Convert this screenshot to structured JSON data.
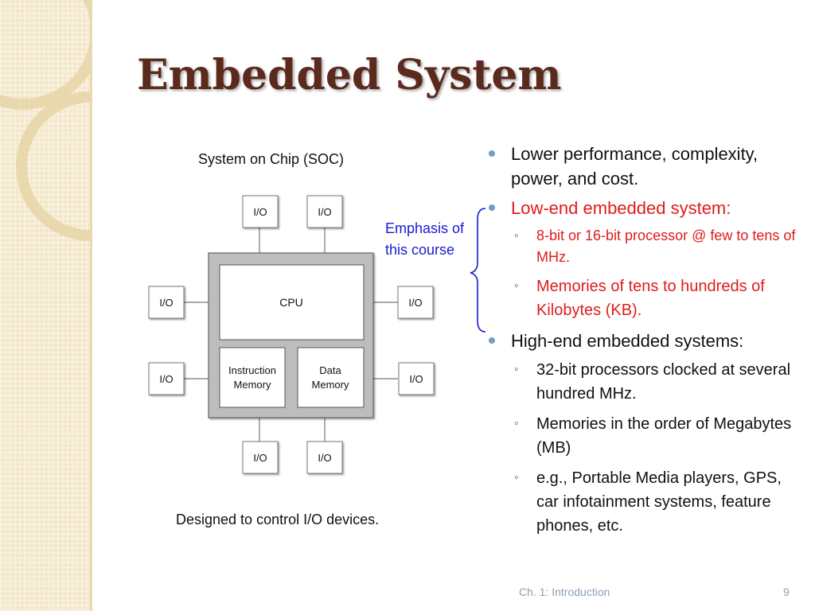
{
  "slide": {
    "title": "Embedded System",
    "page_number": "9",
    "footer": "Ch. 1: Introduction"
  },
  "diagram": {
    "caption_top": "System on Chip (SOC)",
    "caption_bottom": "Designed to control I/O devices.",
    "cpu_label": "CPU",
    "instruction_memory_line1": "Instruction",
    "instruction_memory_line2": "Memory",
    "data_memory_line1": "Data",
    "data_memory_line2": "Memory",
    "io_label": "I/O",
    "emphasis_line1": "Emphasis of",
    "emphasis_line2": "this course"
  },
  "bullets": {
    "b1": "Lower performance, complexity, power, and cost.",
    "b2": "Low-end embedded system:",
    "b2_sub1": "8-bit or 16-bit processor @ few to tens of MHz.",
    "b2_sub2": "Memories of tens to hundreds of Kilobytes (KB).",
    "b3": "High-end embedded systems:",
    "b3_sub1": "32-bit processors clocked at several hundred MHz.",
    "b3_sub2": "Memories in the order of Megabytes (MB)",
    "b3_sub3": "e.g., Portable Media players, GPS, car infotainment systems, feature phones, etc."
  },
  "colors": {
    "title": "#5b2a1c",
    "emphasis": "#1a1ad1",
    "highlight": "#e01b1b",
    "bullet_dot": "#6f9ec7",
    "band": "#f3e7c8"
  }
}
